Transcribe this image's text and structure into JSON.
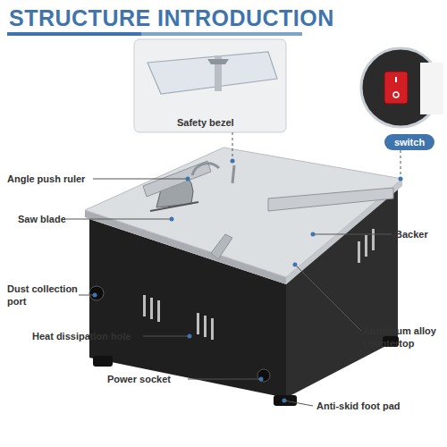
{
  "diagram": {
    "title": "STRUCTURE INTRODUCTION",
    "labels": [
      "Safety bezel",
      "switch",
      "Angle push ruler",
      "Saw blade",
      "Backer",
      "Dust collection port",
      "Heat dissipation hole",
      "Aluminum alloy countertop",
      "Power socket",
      "Anti-skid foot pad"
    ]
  }
}
